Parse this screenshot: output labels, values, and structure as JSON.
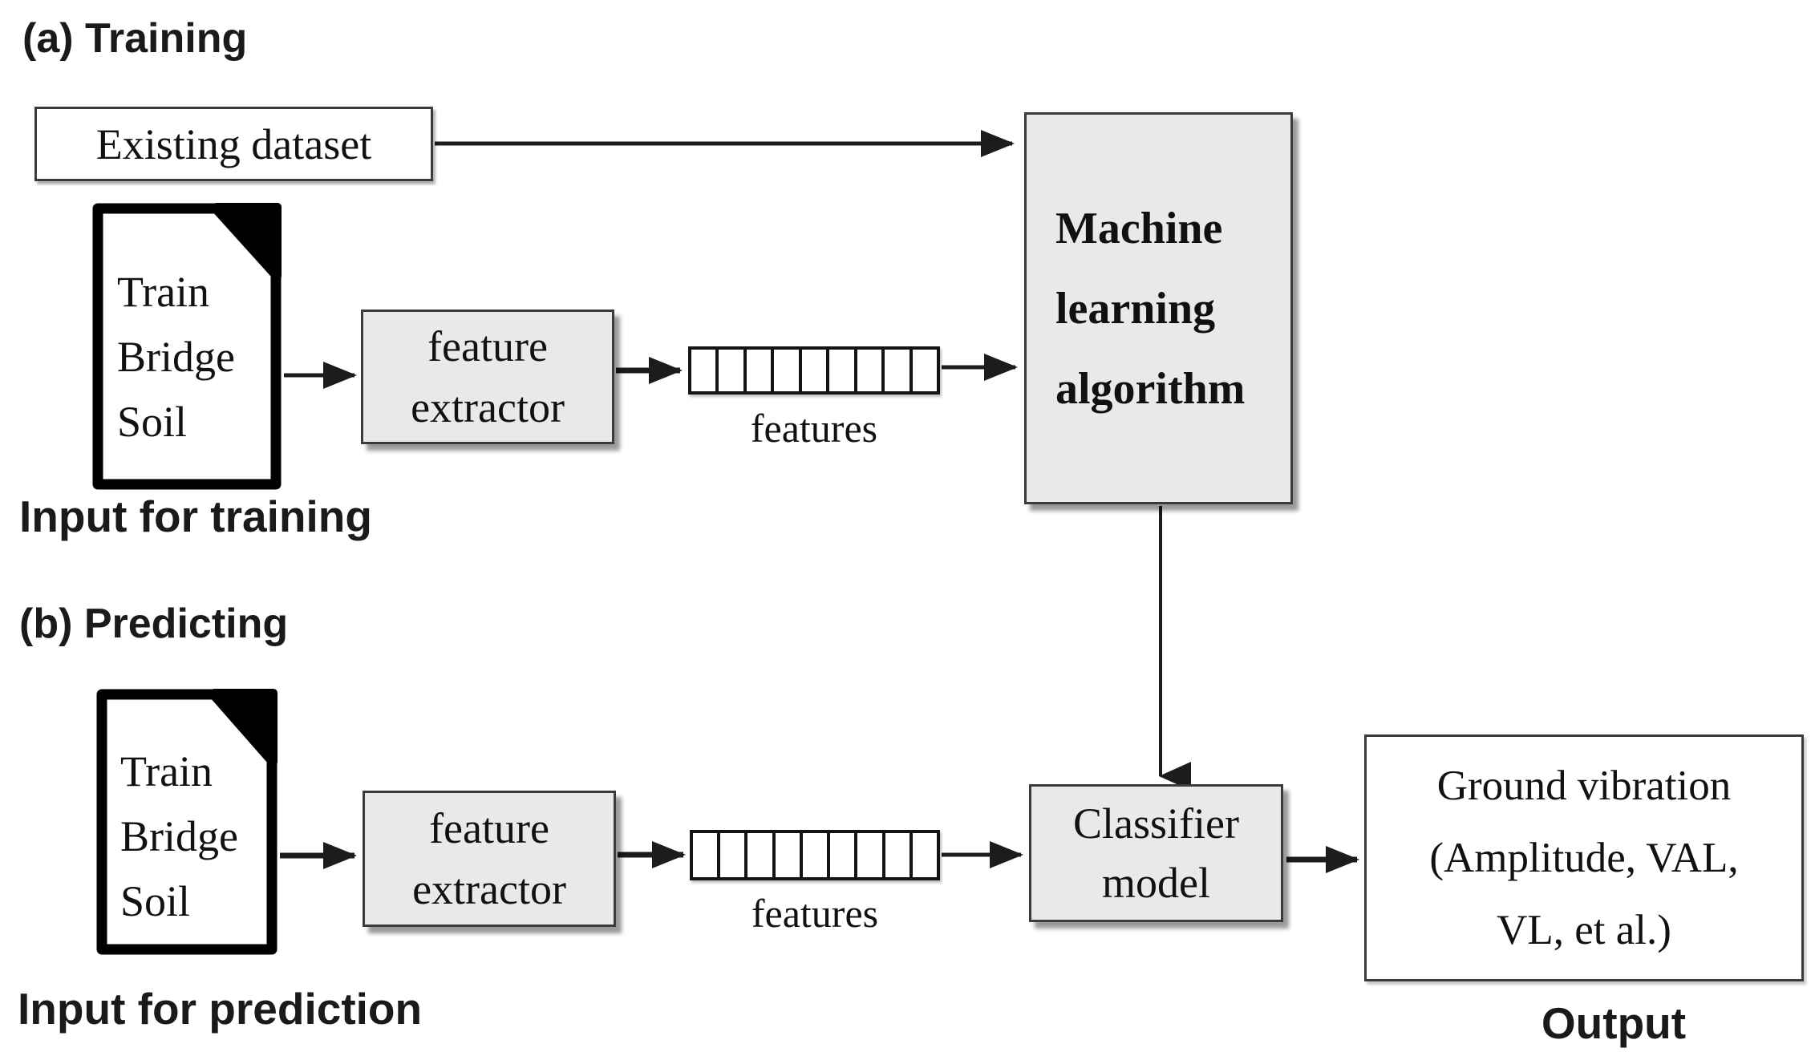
{
  "sections": {
    "training": {
      "heading": "(a) Training",
      "existing_dataset_label": "Existing dataset",
      "doc_lines": [
        "Train",
        "Bridge",
        "Soil"
      ],
      "input_caption": "Input for training",
      "extractor_lines": [
        "feature",
        "extractor"
      ],
      "features_label": "features",
      "ml_lines": [
        "Machine",
        "learning",
        "algorithm"
      ]
    },
    "predicting": {
      "heading": "(b) Predicting",
      "doc_lines": [
        "Train",
        "Bridge",
        "Soil"
      ],
      "input_caption": "Input for prediction",
      "extractor_lines": [
        "feature",
        "extractor"
      ],
      "features_label": "features",
      "classifier_lines": [
        "Classifier",
        "model"
      ],
      "output_lines": [
        "Ground vibration",
        "(Amplitude, VAL,",
        "VL, et al.)"
      ],
      "output_caption": "Output"
    }
  },
  "features_cells": 9,
  "colors": {
    "box_fill": "#e9e9e9",
    "box_border": "#3b3b3b",
    "line": "#1c1c1c",
    "doc_stroke": "#000000"
  }
}
